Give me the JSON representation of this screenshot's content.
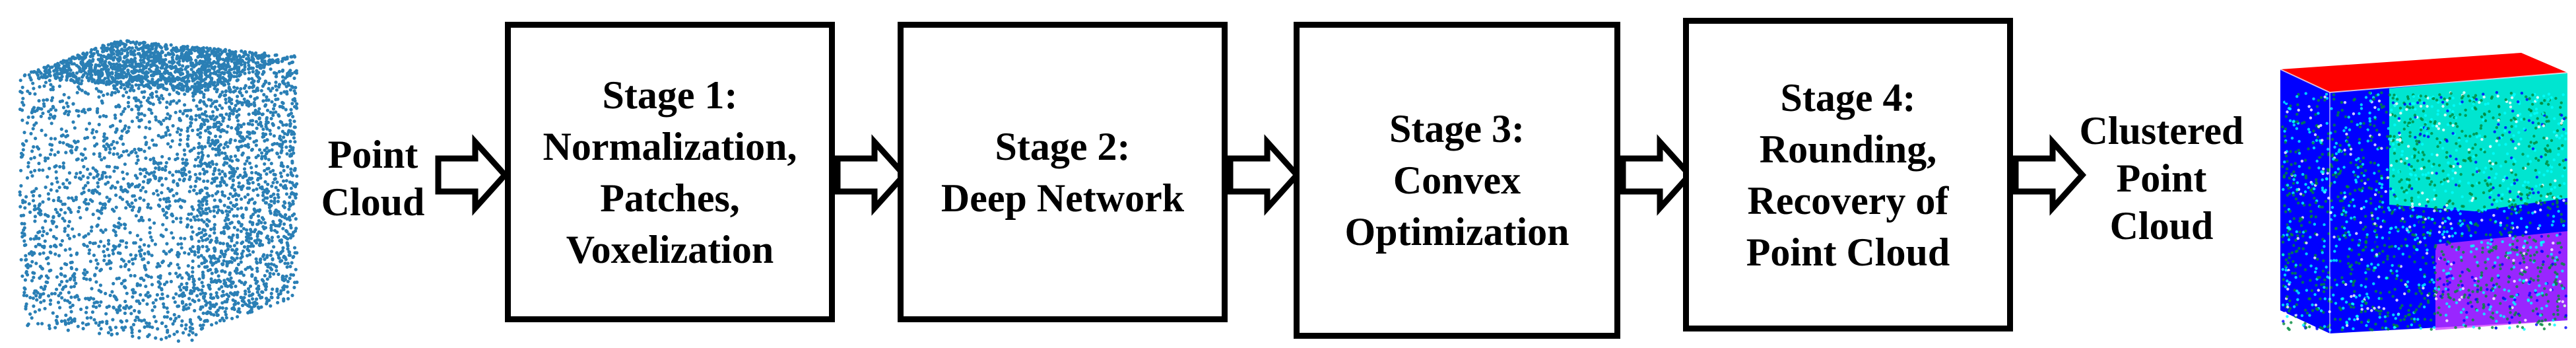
{
  "input": {
    "label": "Point\nCloud",
    "point_color": "#2a7fb5"
  },
  "stages": [
    {
      "text": "Stage 1:\nNormalization,\nPatches,\nVoxelization"
    },
    {
      "text": "Stage 2:\nDeep Network"
    },
    {
      "text": "Stage 3:\nConvex\nOptimization"
    },
    {
      "text": "Stage 4:\nRounding,\nRecovery of\nPoint Cloud"
    }
  ],
  "output": {
    "label": "Clustered\nPoint\nCloud",
    "cluster_colors": [
      "#ff0000",
      "#0000ff",
      "#00e5d0",
      "#cc33ff",
      "#008a3a"
    ]
  }
}
